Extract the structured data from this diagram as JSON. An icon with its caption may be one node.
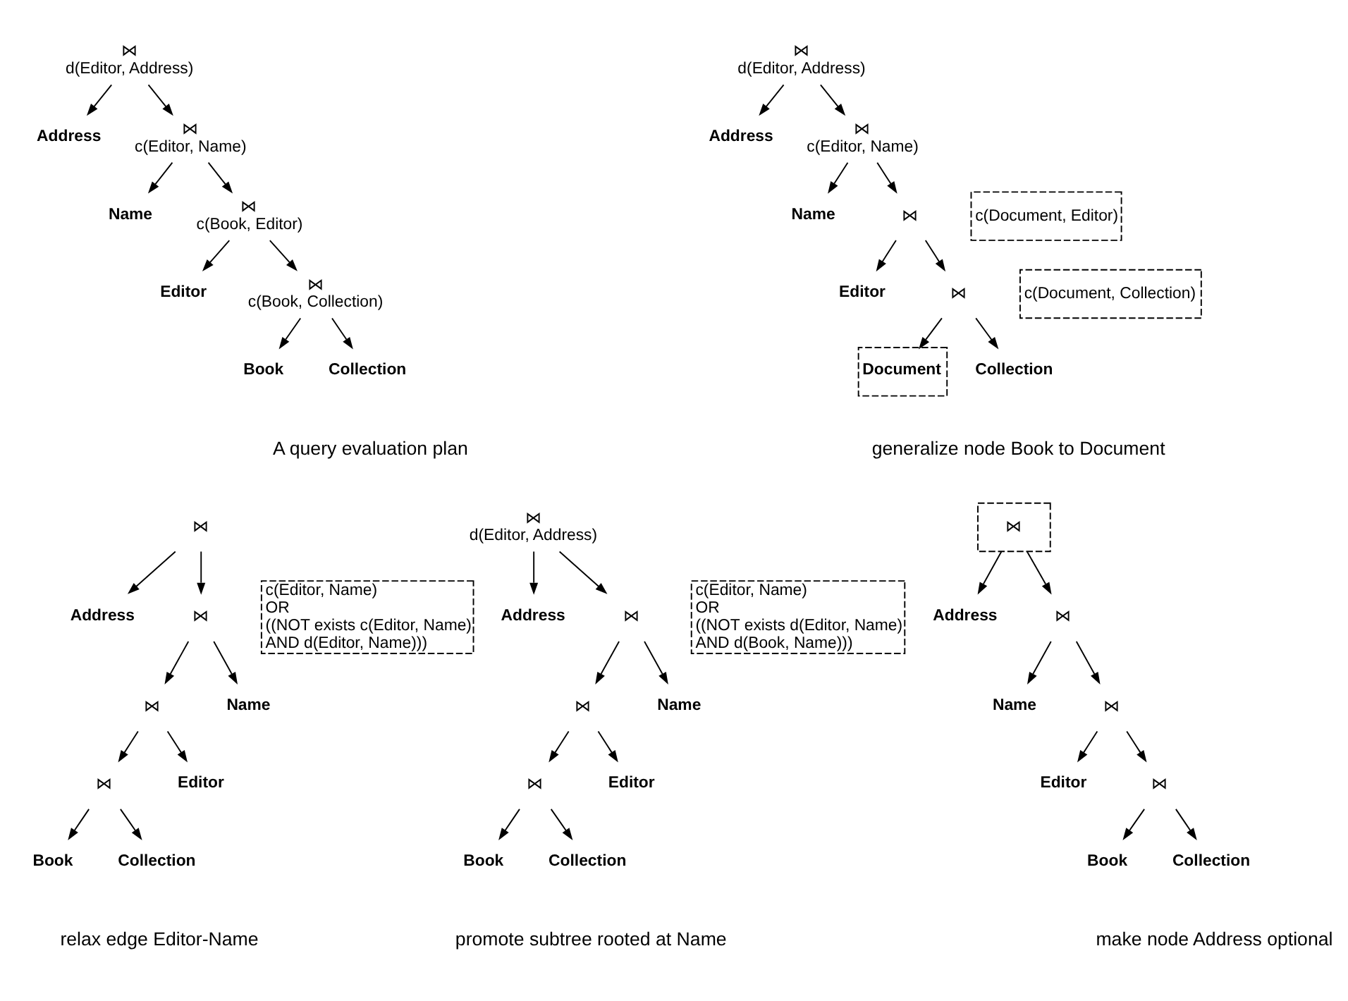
{
  "diagram": {
    "nodes": [
      {
        "text": [
          "⋈",
          "d(Editor, Address)"
        ]
      },
      {
        "text": [
          "Address"
        ]
      },
      {
        "text": [
          "⋈",
          "c(Editor, Name)"
        ]
      },
      {
        "text": [
          "Name"
        ]
      },
      {
        "text": [
          "⋈",
          "c(Book, Editor)"
        ]
      },
      {
        "text": [
          "Editor"
        ]
      },
      {
        "text": [
          "⋈",
          "c(Book, Collection)"
        ]
      },
      {
        "text": [
          "Book"
        ]
      },
      {
        "text": [
          "Collection"
        ]
      },
      {
        "text": [
          "⋈",
          "d(Editor, Address)"
        ]
      },
      {
        "text": [
          "Address"
        ]
      },
      {
        "text": [
          "⋈",
          "c(Editor, Name)"
        ]
      },
      {
        "text": [
          "Name"
        ]
      },
      {
        "text": [
          "⋈"
        ]
      },
      {
        "text": [
          "c(Document, Editor)"
        ]
      },
      {
        "text": [
          "Editor"
        ]
      },
      {
        "text": [
          "⋈"
        ]
      },
      {
        "text": [
          "c(Document, Collection)"
        ]
      },
      {
        "text": [
          "Document"
        ]
      },
      {
        "text": [
          "Collection"
        ]
      },
      {
        "text": [
          "⋈"
        ]
      },
      {
        "text": [
          "Address"
        ]
      },
      {
        "text": [
          "⋈"
        ]
      },
      {
        "text": [
          "c(Editor, Name)",
          "OR",
          "((NOT exists c(Editor, Name)",
          "AND d(Editor, Name)))"
        ]
      },
      {
        "text": [
          "⋈"
        ]
      },
      {
        "text": [
          "Name"
        ]
      },
      {
        "text": [
          "⋈"
        ]
      },
      {
        "text": [
          "Editor"
        ]
      },
      {
        "text": [
          "Book"
        ]
      },
      {
        "text": [
          "Collection"
        ]
      },
      {
        "text": [
          "⋈"
        ]
      },
      {
        "text": [
          "Address"
        ]
      },
      {
        "text": [
          "⋈"
        ]
      },
      {
        "text": [
          "Name"
        ]
      },
      {
        "text": [
          "⋈"
        ]
      },
      {
        "text": [
          "Editor"
        ]
      },
      {
        "text": [
          "⋈"
        ]
      },
      {
        "text": [
          "Book"
        ]
      },
      {
        "text": [
          "Collection"
        ]
      },
      {
        "text": [
          "⋈",
          "d(Editor, Address)"
        ]
      },
      {
        "text": [
          "Address"
        ]
      },
      {
        "text": [
          "⋈"
        ]
      },
      {
        "text": [
          "c(Editor, Name)",
          "OR",
          "((NOT exists d(Editor, Name)",
          "AND d(Book, Name)))"
        ]
      },
      {
        "text": [
          "⋈"
        ]
      },
      {
        "text": [
          "Name"
        ]
      },
      {
        "text": [
          "⋈"
        ]
      },
      {
        "text": [
          "Editor"
        ]
      },
      {
        "text": [
          "Book"
        ]
      },
      {
        "text": [
          "Collection"
        ]
      }
    ],
    "edges": [
      {
        "from": 0,
        "to": 2,
        "arrow": "to"
      },
      {
        "from": 0,
        "to": 1,
        "arrow": "to"
      },
      {
        "from": 2,
        "to": 4,
        "arrow": "to"
      },
      {
        "from": 2,
        "to": 3,
        "arrow": "to"
      },
      {
        "from": 4,
        "to": 6,
        "arrow": "to"
      },
      {
        "from": 4,
        "to": 5,
        "arrow": "to"
      },
      {
        "from": 6,
        "to": 7,
        "arrow": "to"
      },
      {
        "from": 6,
        "to": 8,
        "arrow": "to"
      },
      {
        "from": 9,
        "to": 11,
        "arrow": "to"
      },
      {
        "from": 9,
        "to": 10,
        "arrow": "to"
      },
      {
        "from": 11,
        "to": 13,
        "arrow": "to"
      },
      {
        "from": 11,
        "to": 12,
        "arrow": "to"
      },
      {
        "from": 13,
        "to": 16,
        "arrow": "to"
      },
      {
        "from": 13,
        "to": 15,
        "arrow": "to"
      },
      {
        "from": 16,
        "to": 18,
        "arrow": "to"
      },
      {
        "from": 16,
        "to": 19,
        "arrow": "to"
      },
      {
        "from": 20,
        "to": 22,
        "arrow": "to"
      },
      {
        "from": 20,
        "to": 21,
        "arrow": "to"
      },
      {
        "from": 22,
        "to": 24,
        "arrow": "to"
      },
      {
        "from": 22,
        "to": 25,
        "arrow": "to"
      },
      {
        "from": 24,
        "to": 26,
        "arrow": "to"
      },
      {
        "from": 24,
        "to": 27,
        "arrow": "to"
      },
      {
        "from": 26,
        "to": 28,
        "arrow": "to"
      },
      {
        "from": 26,
        "to": 29,
        "arrow": "to"
      },
      {
        "from": 30,
        "to": 32,
        "arrow": "to"
      },
      {
        "from": 30,
        "to": 31,
        "arrow": "to"
      },
      {
        "from": 32,
        "to": 34,
        "arrow": "to"
      },
      {
        "from": 32,
        "to": 33,
        "arrow": "to"
      },
      {
        "from": 34,
        "to": 36,
        "arrow": "to"
      },
      {
        "from": 34,
        "to": 35,
        "arrow": "to"
      },
      {
        "from": 36,
        "to": 37,
        "arrow": "to"
      },
      {
        "from": 36,
        "to": 38,
        "arrow": "to"
      },
      {
        "from": 39,
        "to": 41,
        "arrow": "to"
      },
      {
        "from": 39,
        "to": 40,
        "arrow": "to"
      },
      {
        "from": 41,
        "to": 43,
        "arrow": "to"
      },
      {
        "from": 41,
        "to": 44,
        "arrow": "to"
      },
      {
        "from": 43,
        "to": 45,
        "arrow": "to"
      },
      {
        "from": 43,
        "to": 46,
        "arrow": "to"
      },
      {
        "from": 45,
        "to": 47,
        "arrow": "to"
      },
      {
        "from": 45,
        "to": 48,
        "arrow": "to"
      }
    ],
    "labels": [
      "A query evaluation plan",
      "generalize node Book to Document",
      "relax edge Editor-Name",
      "make node Address optional",
      "promote subtree rooted at Name"
    ]
  }
}
